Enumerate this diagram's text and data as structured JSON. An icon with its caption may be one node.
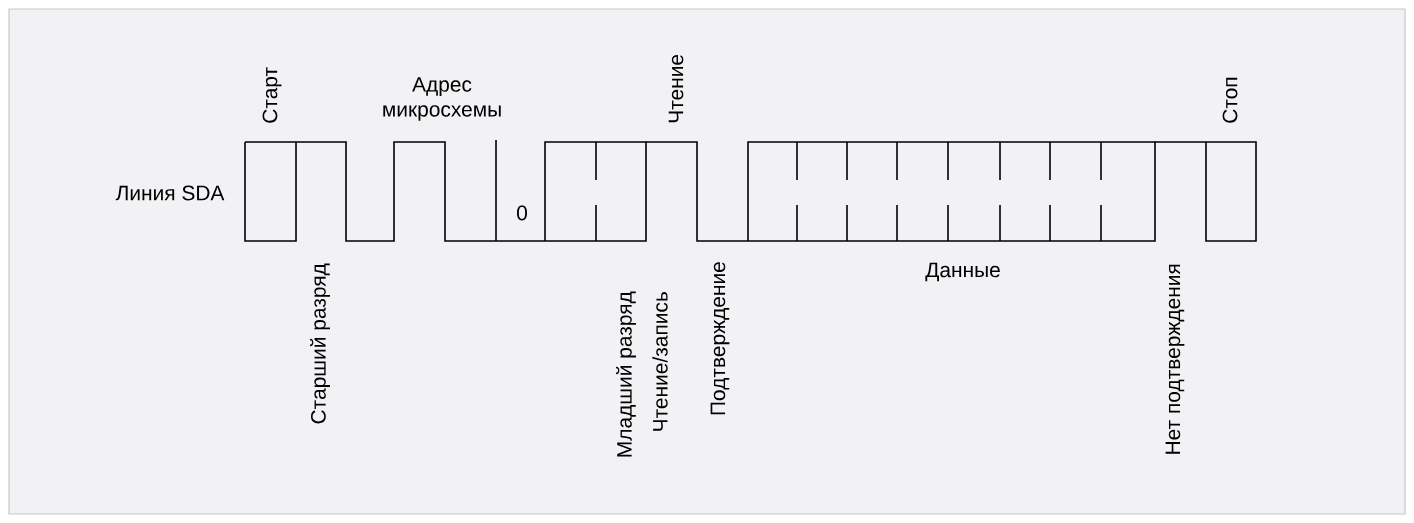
{
  "diagram": {
    "labels": [
      "Старт",
      "Адрес микросхемы",
      "Чтение",
      "Стоп",
      "Линия SDA",
      "0",
      "Данные",
      "Старший разряд",
      "Младший разряд",
      "Чтение/запись",
      "Подтверждение",
      "Нет подтверждения"
    ]
  }
}
